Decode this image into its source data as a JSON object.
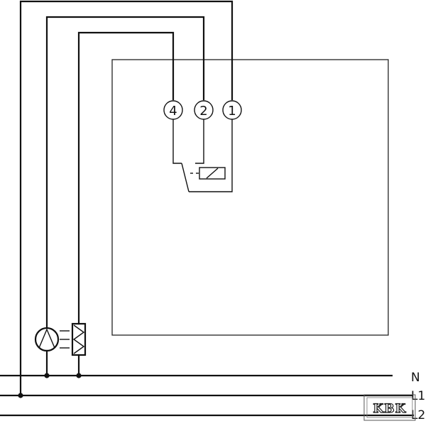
{
  "terminals": [
    {
      "id": "t4",
      "label": "4"
    },
    {
      "id": "t2",
      "label": "2"
    },
    {
      "id": "t1",
      "label": "1"
    }
  ],
  "supply_lines": [
    {
      "id": "n",
      "label": "N"
    },
    {
      "id": "l1",
      "label": "L1"
    },
    {
      "id": "l2",
      "label": "L2"
    }
  ],
  "watermark": {
    "text": "KBK"
  }
}
